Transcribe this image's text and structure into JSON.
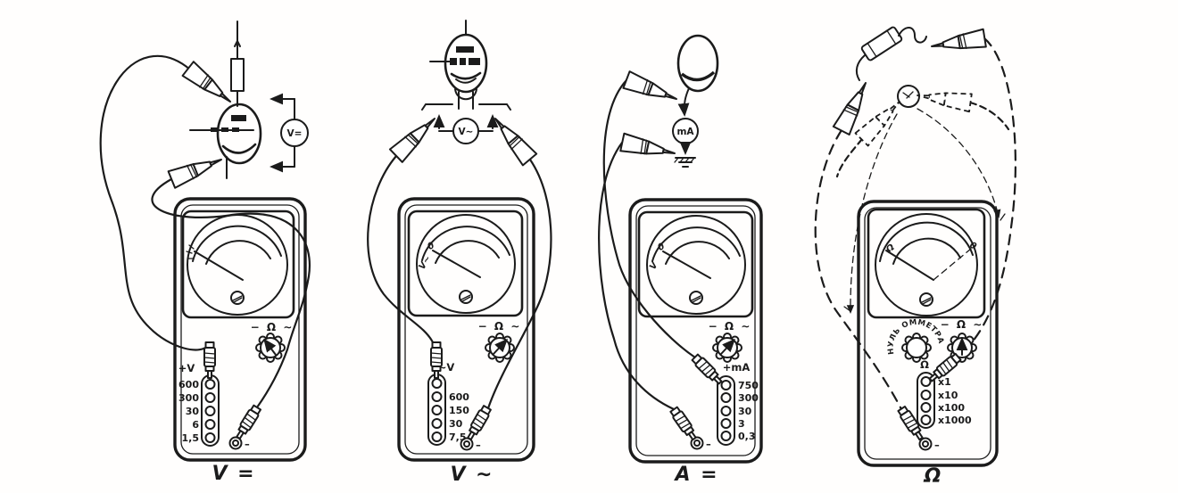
{
  "figure": {
    "ink_color": "#1b1b1b",
    "background_color": "#fffefd",
    "description": "Four avometer (multimeter) connection examples"
  },
  "panels": [
    {
      "id": "dc-voltage",
      "caption": "V =",
      "circuit": {
        "meter_label": "V="
      },
      "meter": {
        "selector_label": "− Ω ∼"
      },
      "jacks": {
        "group_label": "+V",
        "values": [
          "600",
          "300",
          "30",
          "6",
          "1,5"
        ],
        "minus_label": "–"
      },
      "dial": {}
    },
    {
      "id": "ac-voltage",
      "caption": "V ∼",
      "circuit": {
        "meter_label": "V∼"
      },
      "meter": {
        "selector_label": "− Ω ∼"
      },
      "jacks": {
        "group_label": "∼V",
        "values": [
          "600",
          "150",
          "30",
          "7,5"
        ],
        "minus_label": "–"
      },
      "dial": {
        "zero_label": "0",
        "unit_label": "V∼"
      }
    },
    {
      "id": "dc-current",
      "caption": "A =",
      "circuit": {
        "meter_label": "mA"
      },
      "meter": {
        "selector_label": "− Ω ∼"
      },
      "jacks": {
        "group_label": "+mA",
        "values": [
          "750",
          "300",
          "30",
          "3",
          "0,3"
        ],
        "minus_label": "–"
      },
      "dial": {
        "zero_label": "0",
        "unit_label": "V"
      }
    },
    {
      "id": "resistance",
      "caption": "Ω",
      "meter": {
        "selector_label": "− Ω ∼",
        "zero_knob_label": "НУЛЬ ОММЕТРА"
      },
      "jacks": {
        "group_label": "Ω",
        "values": [
          "x1",
          "x10",
          "x100",
          "x1000"
        ],
        "minus_label": "–"
      },
      "dial": {
        "zero_label": "0",
        "unit_label": "Ω"
      }
    }
  ]
}
